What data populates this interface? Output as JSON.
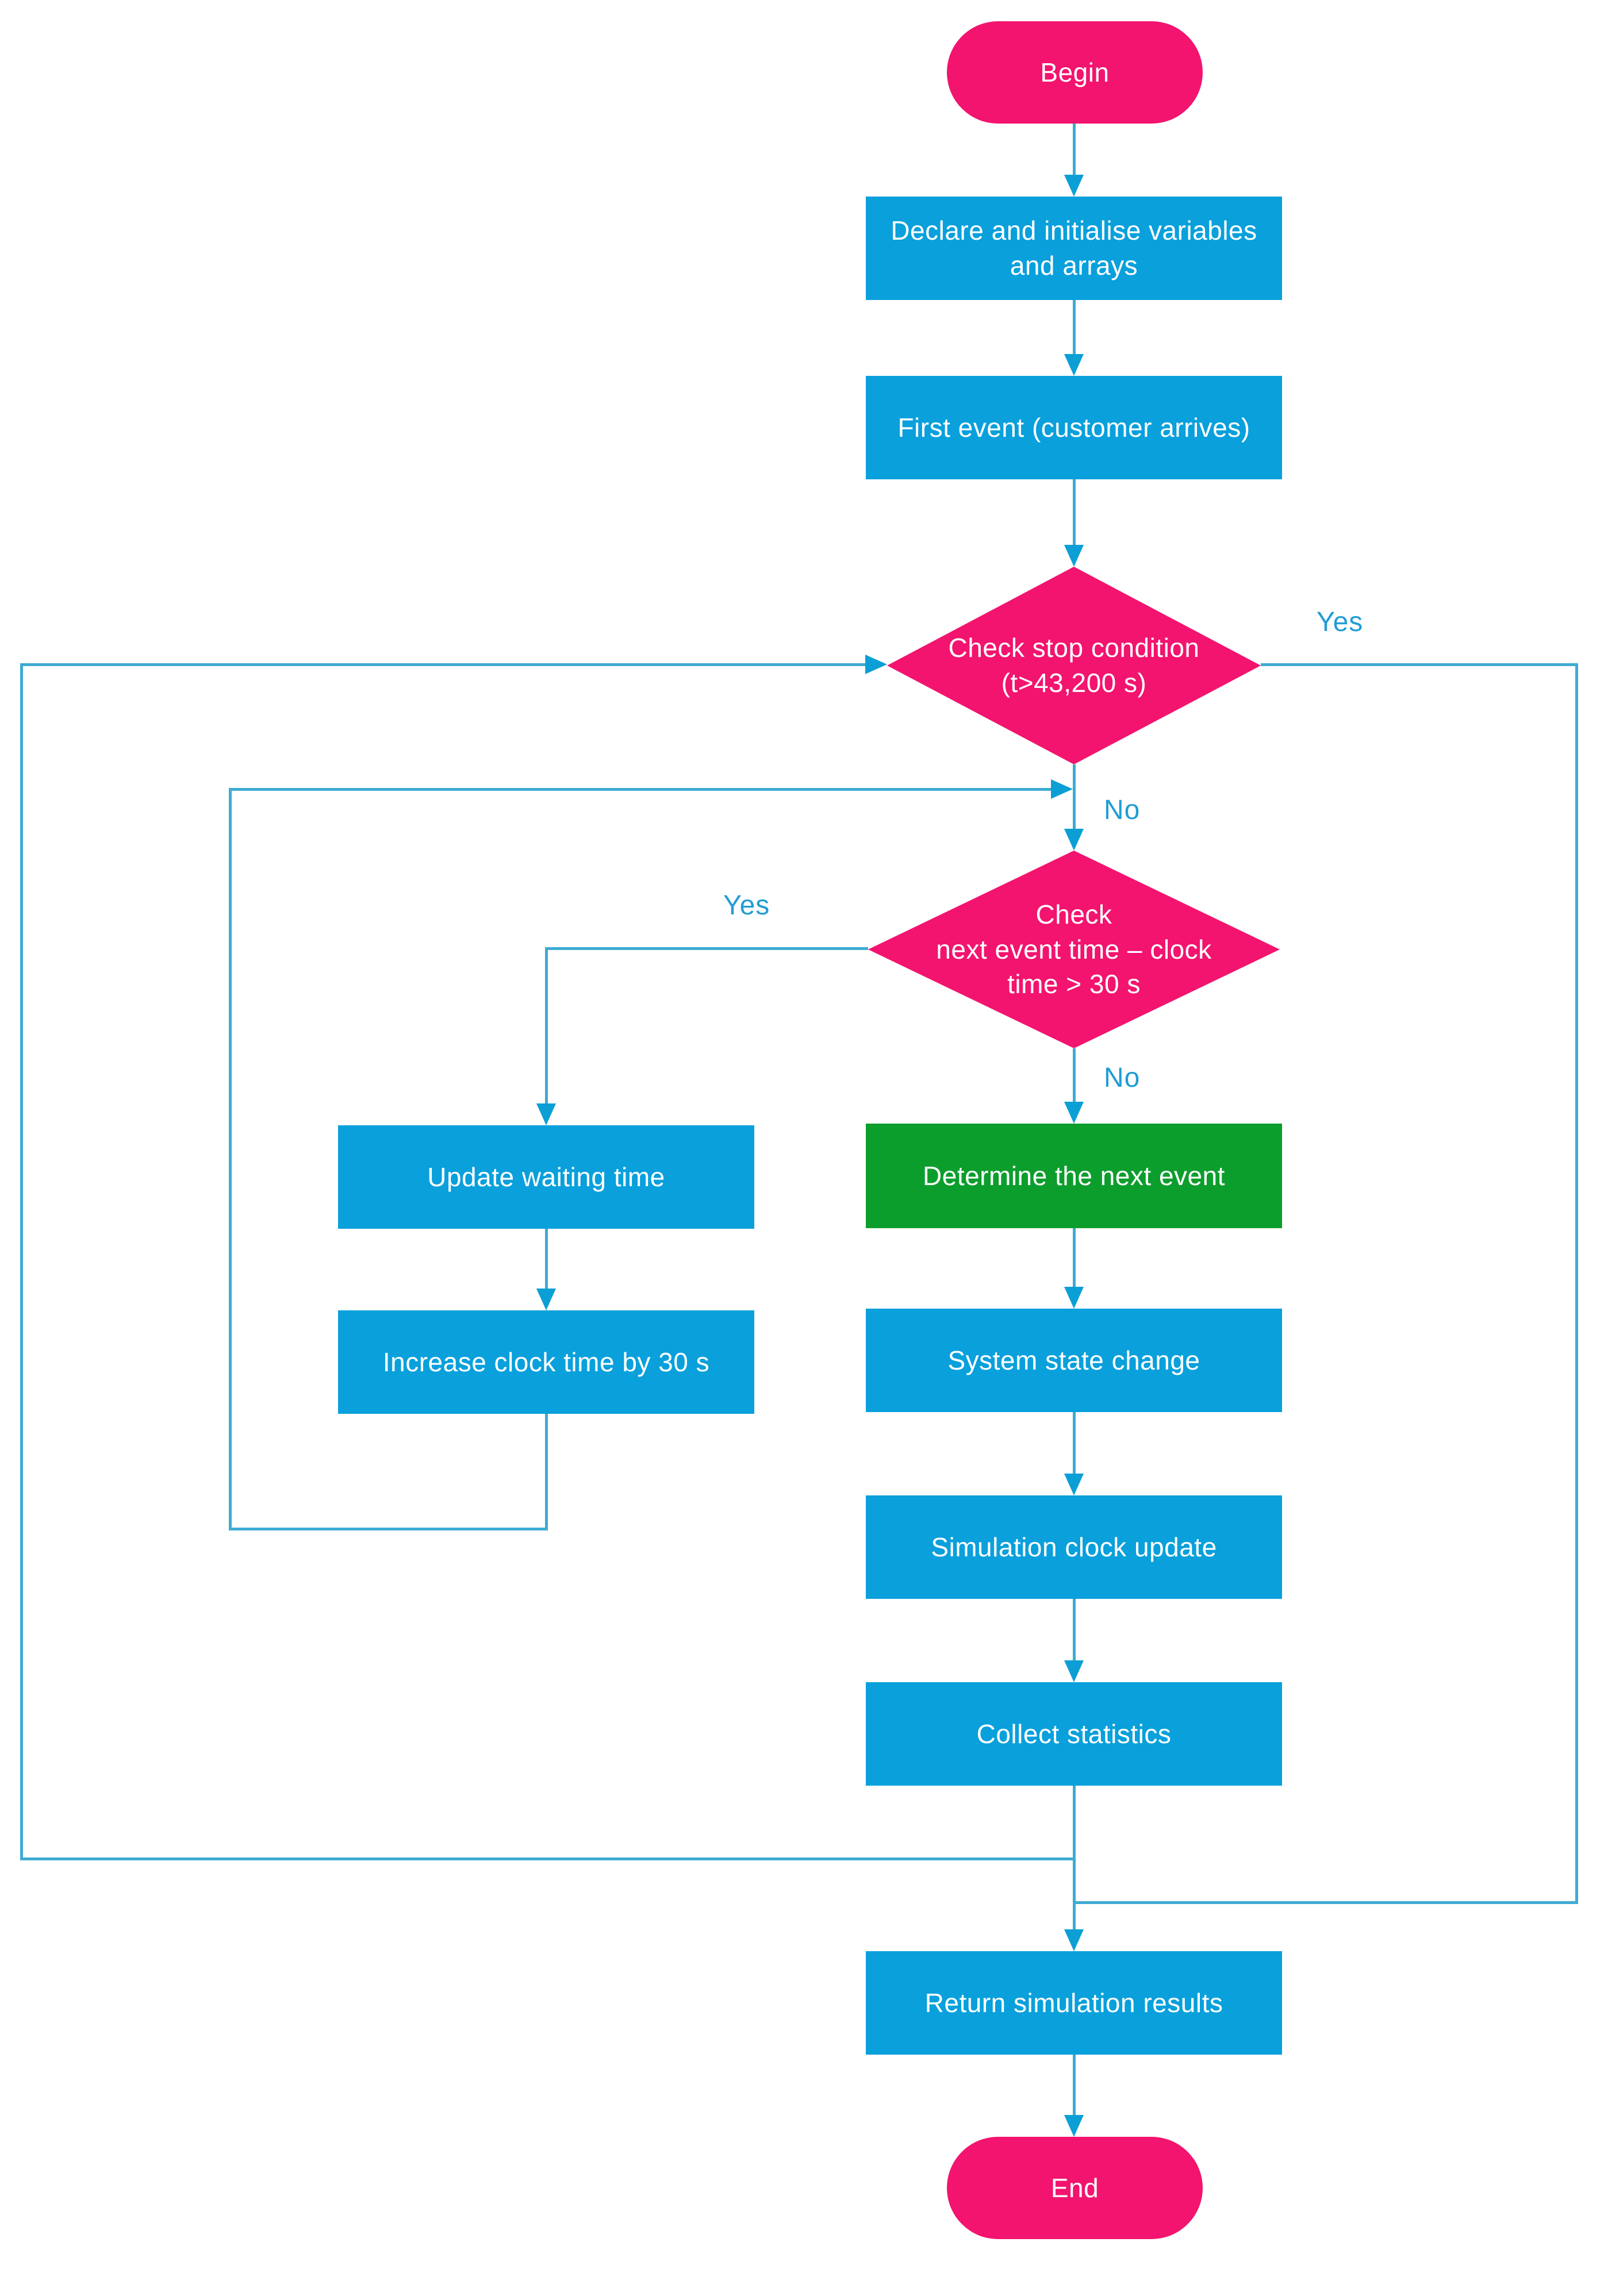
{
  "diagram": {
    "type": "flowchart",
    "nodes": {
      "begin": {
        "shape": "terminator",
        "lines": [
          "Begin"
        ]
      },
      "declare": {
        "shape": "process",
        "lines": [
          "Declare and initialise variables",
          "and arrays"
        ]
      },
      "first_event": {
        "shape": "process",
        "lines": [
          "First event (customer arrives)"
        ]
      },
      "check_stop": {
        "shape": "decision",
        "lines": [
          "Check stop condition",
          "(t>43,200 s)"
        ]
      },
      "check_next": {
        "shape": "decision",
        "lines": [
          "Check",
          "next event time – clock",
          "time > 30 s"
        ]
      },
      "update_waiting": {
        "shape": "process",
        "lines": [
          "Update waiting time"
        ]
      },
      "increase_clock": {
        "shape": "process",
        "lines": [
          "Increase clock time by 30 s"
        ]
      },
      "determine_next": {
        "shape": "process-highlight",
        "lines": [
          "Determine the next event"
        ]
      },
      "system_state": {
        "shape": "process",
        "lines": [
          "System state change"
        ]
      },
      "sim_clock": {
        "shape": "process",
        "lines": [
          "Simulation clock update"
        ]
      },
      "collect_stats": {
        "shape": "process",
        "lines": [
          "Collect statistics"
        ]
      },
      "return_results": {
        "shape": "process",
        "lines": [
          "Return simulation results"
        ]
      },
      "end": {
        "shape": "terminator",
        "lines": [
          "End"
        ]
      }
    },
    "edge_labels": {
      "stop_yes": "Yes",
      "stop_no": "No",
      "next_yes": "Yes",
      "next_no": "No"
    },
    "colors": {
      "terminator_fill": "#F2146E",
      "decision_fill": "#F2146E",
      "process_fill": "#09A0DC",
      "highlight_fill": "#0C9E2C",
      "connector": "#3FABD2",
      "arrowhead": "#0C9FD6",
      "edge_label_text": "#219DD3",
      "node_text": "#FFFFFF",
      "background": "#FFFFFF"
    }
  }
}
